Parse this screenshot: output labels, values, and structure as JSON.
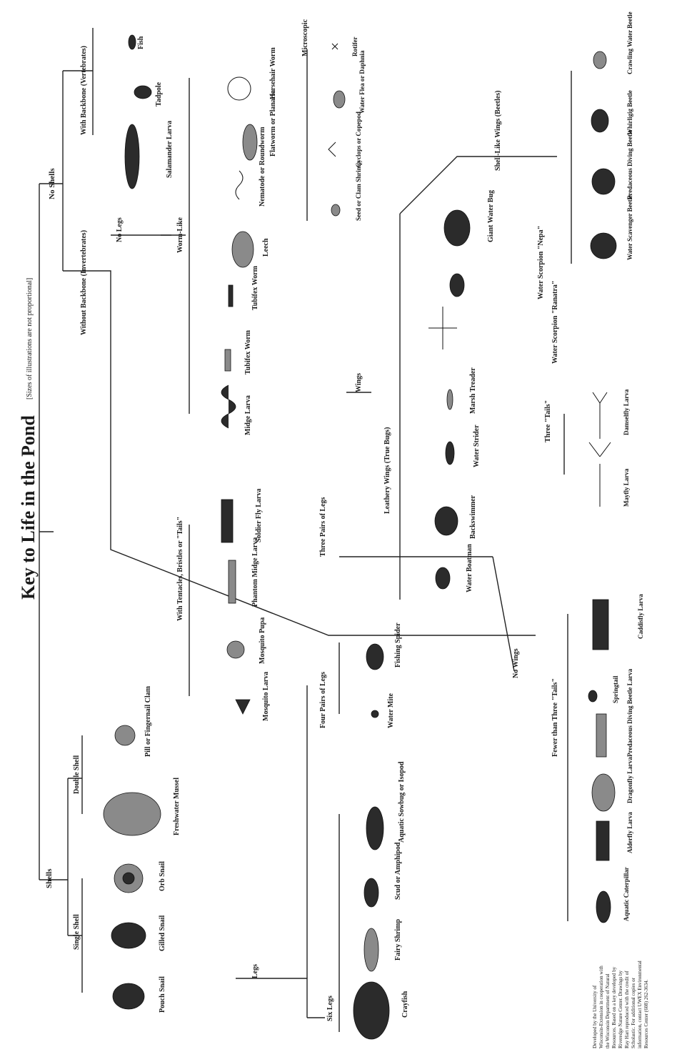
{
  "title": "Key to Life in the Pond",
  "subtitle": "[Sizes of illustrations are not proportional]",
  "branches": {
    "shells": "Shells",
    "no_shells": "No Shells",
    "single_shell": "Single Shell",
    "double_shell": "Double Shell",
    "with_backbone": "With Backbone (Vertebrates)",
    "without_backbone": "Without Backbone (Invertebrates)",
    "legs": "Legs",
    "no_legs_upper": "No Legs",
    "worm_like": "Worm-Like",
    "microscopic": "Microscopic",
    "with_tentacles": "With Tentacles, Bristles or \"Tails\"",
    "six_legs": "Six Legs",
    "four_pairs": "Four Pairs of Legs",
    "three_pairs": "Three Pairs of Legs",
    "wings": "Wings",
    "no_wings": "No Wings",
    "leathery_wings": "Leathery Wings (True Bugs)",
    "shell_like_wings": "Shell-Like Wings (Beetles)",
    "three_tails": "Three \"Tails\"",
    "fewer_than_three": "Fewer than Three \"Tails\""
  },
  "organisms": {
    "pouch_snail": "Pouch Snail",
    "gilled_snail": "Gilled Snail",
    "orb_snail": "Orb Snail",
    "freshwater_mussel": "Freshwater Mussel",
    "fingernail_clam": "Pill or Fingernail Clam",
    "fish": "Fish",
    "tadpole": "Tadpole",
    "salamander_larva": "Salamander Larva",
    "mosquito_larva": "Mosquito Larva",
    "mosquito_pupa": "Mosquito Pupa",
    "phantom_midge": "Phantom Midge Larva",
    "soldier_fly": "Soldier Fly Larva",
    "midge_larva": "Midge Larva",
    "tubifex_worm": "Tubifex Worm",
    "tubifex_worm2": "Tubifex Worm",
    "leech": "Leech",
    "nematode": "Nematode or Roundworm",
    "flatworm": "Flatworm or Planaria",
    "horsehair": "Horsehair Worm",
    "seed_shrimp": "Seed or Clam Shrimp",
    "cyclops": "Cyclops or Copepod",
    "water_flea": "Water Flea or Daphnia",
    "rotifer": "Rotifer",
    "crayfish": "Crayfish",
    "fairy_shrimp": "Fairy Shrimp",
    "scud": "Scud or Amphipod",
    "sowbug": "Aquatic Sowbug or Isopod",
    "water_mite": "Water Mite",
    "fishing_spider": "Fishing Spider",
    "water_boatman": "Water Boatman",
    "backswimmer": "Backswimmer",
    "water_strider": "Water Strider",
    "marsh_treader": "Marsh Treader",
    "water_scorpion": "Water Scorpion \"Ranatra\"",
    "water_scorpion2": "Water Scorpion \"Nepa\"",
    "giant_water_bug": "Giant Water Bug",
    "water_beetle": "Water Scavenger Beetle",
    "predaceous_beetle": "Predaceous Diving Beetle",
    "whirligig": "Whirligig Beetle",
    "crawling_beetle": "Crawling Water Beetle",
    "aquatic_caterpillar": "Aquatic Caterpillar",
    "alderfly": "Alderfly Larva",
    "dragonfly": "Dragonfly Larva",
    "diving_larva": "Predaceous Diving Beetle Larva",
    "springtail": "Springtail",
    "caddisfly": "Caddisfly Larva",
    "mayfly": "Mayfly Larva",
    "damselfly": "Damselfly Larva"
  },
  "footnote": [
    "Developed by the University of",
    "Wisconsin-Extension in cooperation with",
    "the Wisconsin Department of Natural",
    "Resources. Based on a key developed by",
    "Riveredge Nature Center. Drawings by",
    "Ray Hart reproduced with the credit of",
    "Scholastic. For additional copies or",
    "information, contact UWEX Environmental",
    "Resources Center (608) 262-3634."
  ]
}
